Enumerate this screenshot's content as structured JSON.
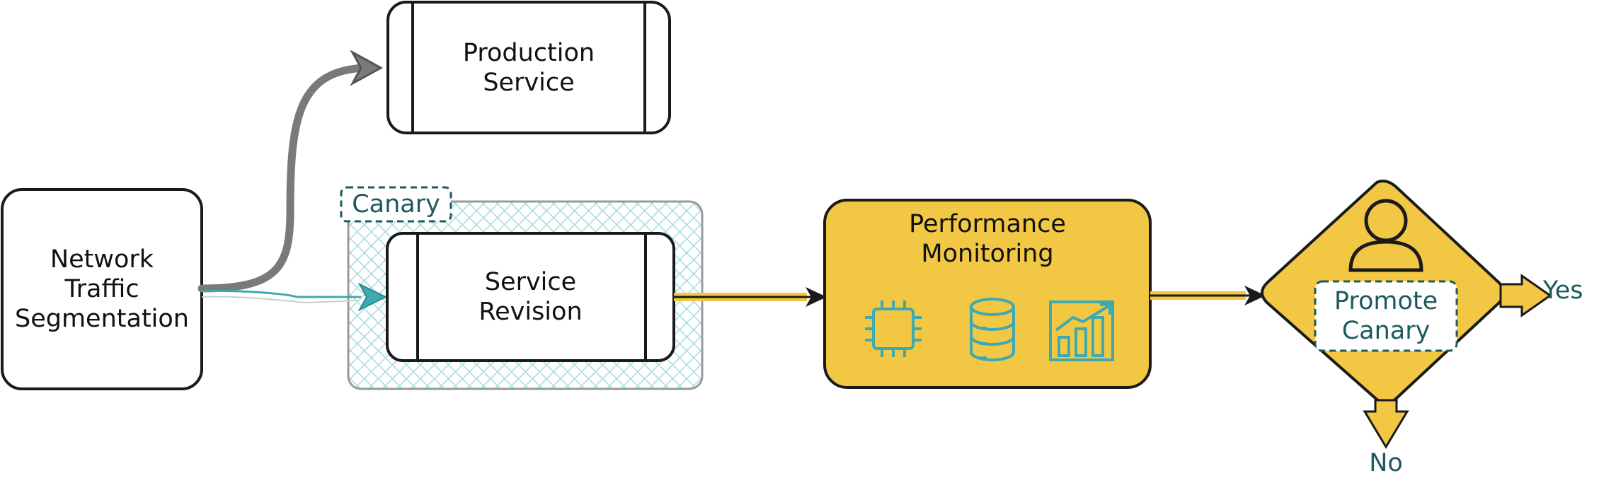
{
  "nodes": {
    "network_traffic": {
      "line1": "Network",
      "line2": "Traffic",
      "line3": "Segmentation"
    },
    "production_service": {
      "line1": "Production",
      "line2": "Service"
    },
    "canary_tag": {
      "label": "Canary"
    },
    "service_revision": {
      "line1": "Service",
      "line2": "Revision"
    },
    "performance_monitoring": {
      "line1": "Performance",
      "line2": "Monitoring",
      "icons": [
        "cpu-icon",
        "database-icon",
        "growth-chart-icon"
      ]
    },
    "decision": {
      "line1": "Promote",
      "line2": "Canary",
      "icon": "user-icon"
    }
  },
  "outcomes": {
    "yes": "Yes",
    "no": "No"
  },
  "colors": {
    "accent_yellow": "#f2c744",
    "teal": "#3fa9b0",
    "teal_dark": "#1d5a5e",
    "hatch": "#a8dadd",
    "gray_arrow": "#7a7a7a",
    "outline": "#1a1a1a"
  }
}
